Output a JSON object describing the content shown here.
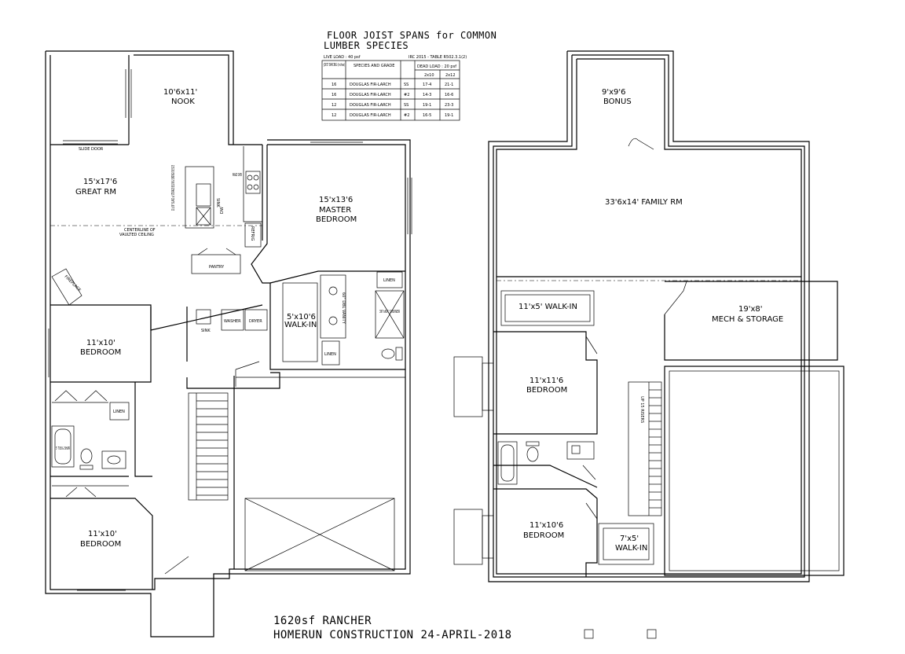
{
  "joist_table": {
    "title_line1": "FLOOR JOIST SPANS for COMMON",
    "title_line2": "LUMBER SPECIES",
    "live_load": "LIVE LOAD : 40 psf",
    "code_ref": "IRC 2015 - TABLE R502.3.1(2)",
    "dead_load": "DEAD LOAD : 20 psf",
    "col_spacing": "JOIST SPACING (inches)",
    "col_species": "SPECIES AND GRADE",
    "col_2x10": "2x10",
    "col_2x12": "2x12",
    "rows": [
      {
        "spacing": "16",
        "species": "DOUGLAS FIR-LARCH",
        "grade": "SS",
        "a": "17-4",
        "b": "21-1"
      },
      {
        "spacing": "16",
        "species": "DOUGLAS FIR-LARCH",
        "grade": "#2",
        "a": "14-3",
        "b": "16-6"
      },
      {
        "spacing": "12",
        "species": "DOUGLAS FIR-LARCH",
        "grade": "SS",
        "a": "19-1",
        "b": "23-3"
      },
      {
        "spacing": "12",
        "species": "DOUGLAS FIR-LARCH",
        "grade": "#2",
        "a": "16-5",
        "b": "19-1"
      }
    ]
  },
  "main_floor": {
    "nook": {
      "size": "10'6x11'",
      "name": "NOOK"
    },
    "great_rm": {
      "size": "15'x17'6",
      "name": "GREAT RM"
    },
    "master": {
      "size": "15'x13'6",
      "name1": "MASTER",
      "name2": "BEDROOM"
    },
    "walkin": {
      "size": "5'x10'6",
      "name": "WALK-IN"
    },
    "bed1": {
      "size": "11'x10'",
      "name": "BEDROOM"
    },
    "bed2": {
      "size": "11'x10'",
      "name": "BEDROOM"
    },
    "slide_door": "SLIDE DOOR",
    "island_note": "11'x3'6\" ISLAND w/ STORAGE BELOW & SEATING ONE SIDE",
    "sink": "SINK",
    "range": "RANGE OVEN",
    "dw": "DW",
    "refrig": "REFRIG",
    "pantry": "PANTRY",
    "vault_note1": "CENTERLINE OF",
    "vault_note2": "VAULTED CEILING",
    "fireplace": "FIREPLACE",
    "washer": "WASHER",
    "dryer": "DRYER",
    "laundry_sink": "SINK",
    "linen_a": "LINEN",
    "linen_b": "LINEN",
    "linen_c": "LINEN",
    "vanity": "60\" DBL VANITY",
    "shower": "36\"x60\" SHOWER",
    "tub": "5' TUB & SHWR"
  },
  "lower_floor": {
    "bonus": {
      "size": "9'x9'6",
      "name": "BONUS"
    },
    "family": {
      "label": "33'6x14'  FAMILY RM"
    },
    "walkin_a": {
      "label": "11'x5'  WALK-IN"
    },
    "mech": {
      "size": "19'x8'",
      "name": "MECH & STORAGE"
    },
    "bed1": {
      "size": "11'x11'6",
      "name": "BEDROOM"
    },
    "bed2": {
      "size": "11'x10'6",
      "name": "BEDROOM"
    },
    "walkin_b": {
      "size": "7'x5'",
      "name": "WALK-IN"
    },
    "stair_note": "UP 15 RISERS"
  },
  "title_block": {
    "line1": "1620sf  RANCHER",
    "line2": "HOMERUN  CONSTRUCTION  24-APRIL-2018"
  }
}
